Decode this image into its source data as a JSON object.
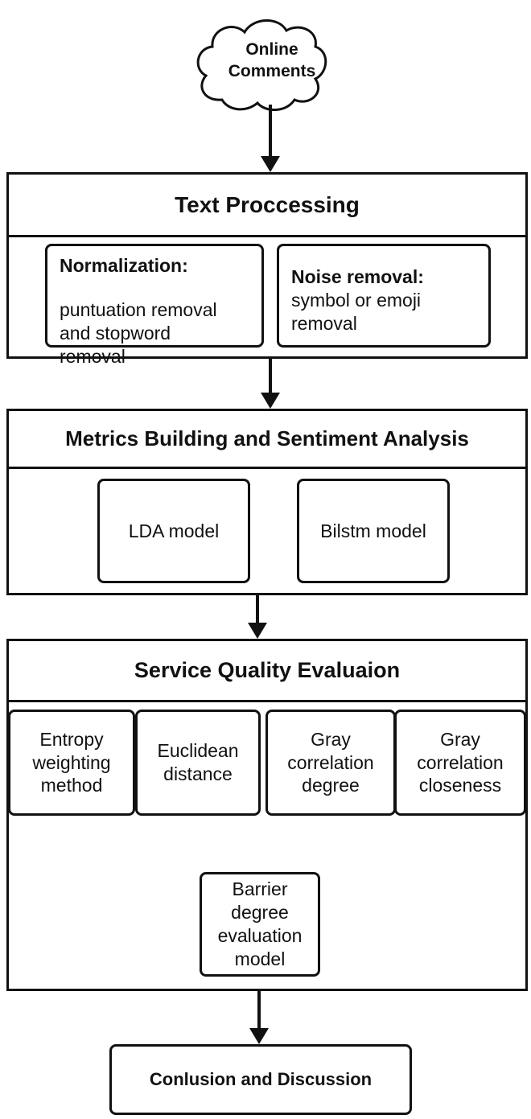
{
  "source": {
    "label_line1": "Online",
    "label_line2": "Comments"
  },
  "text_processing": {
    "title": "Text Proccessing",
    "normalization": {
      "heading": "Normalization:",
      "line1": "puntuation removal",
      "line2": "and stopword",
      "line3": "removal"
    },
    "noise": {
      "heading": "Noise removal:",
      "line1": "symbol or emoji",
      "line2": "removal"
    }
  },
  "metrics": {
    "title": "Metrics Building and Sentiment Analysis",
    "lda": "LDA model",
    "bilstm": "Bilstm model"
  },
  "service": {
    "title": "Service Quality Evaluaion",
    "methods": [
      {
        "lines": [
          "Entropy",
          "weighting",
          "method"
        ]
      },
      {
        "lines": [
          "Euclidean",
          "distance"
        ]
      },
      {
        "lines": [
          "Gray",
          "correlation",
          "degree"
        ]
      },
      {
        "lines": [
          "Gray",
          "correlation",
          "closeness"
        ]
      }
    ],
    "barrier": {
      "lines": [
        "Barrier",
        "degree",
        "evaluation",
        "model"
      ]
    }
  },
  "conclusion": "Conlusion and Discussion"
}
